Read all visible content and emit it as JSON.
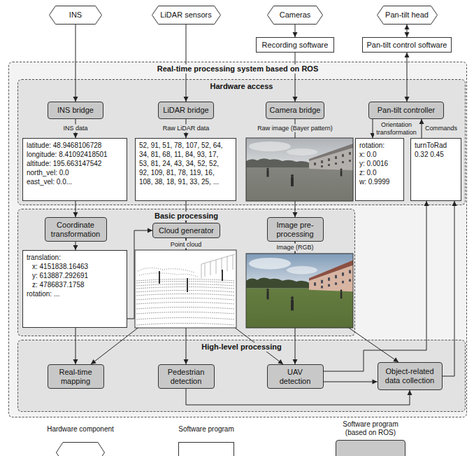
{
  "diagram": {
    "nodes": [
      {
        "text": [
          "INS"
        ]
      },
      {
        "text": [
          "LiDAR sensors"
        ]
      },
      {
        "text": [
          "Cameras"
        ]
      },
      {
        "text": [
          "Pan-tilt head"
        ]
      },
      {
        "text": [
          "Recording software"
        ]
      },
      {
        "text": [
          "Pan-tilt control software"
        ]
      },
      {
        "text": [
          "Real-time processing system based on ROS"
        ]
      },
      {
        "text": [
          "Hardware access"
        ],
        "in": 6
      },
      {
        "text": [
          "INS bridge"
        ],
        "in": 7
      },
      {
        "text": [
          "LiDAR bridge"
        ],
        "in": 7
      },
      {
        "text": [
          "Camera bridge"
        ],
        "in": 7
      },
      {
        "text": [
          "Pan-tilt controller"
        ],
        "in": 7
      },
      {
        "text": [
          "latitude: 48.9468106728",
          "longitude: 8.41092418501",
          "altitude: 195.663147542",
          "north_vel: 0.0",
          "east_vel: 0.0..."
        ],
        "in": 7
      },
      {
        "text": [
          "52, 91, 51, 78, 107, 52, 64,",
          "34, 81, 68, 11, 84, 93, 17,",
          "53, 81, 24, 43, 34, 52, 52,",
          "92, 109, 81, 78, 119, 16,",
          "108, 38, 18, 91, 33, 25, ..."
        ],
        "in": 7
      },
      {
        "text": [
          "rotation:",
          "x: 0.0",
          "y: 0.0016",
          "z: 0.0",
          "w: 0.9999"
        ],
        "in": 7
      },
      {
        "text": [
          "turnToRad",
          "0.32 0.45"
        ],
        "in": 7
      },
      {
        "text": [
          "Basic processing"
        ],
        "in": 6
      },
      {
        "text": [
          "Coordinate transformation"
        ],
        "in": 16
      },
      {
        "text": [
          "translation:",
          "x: 4151838.16463",
          "y: 613887.292691",
          "z: 4786837.1758",
          "rotation: ..."
        ],
        "in": 16
      },
      {
        "text": [
          "Cloud generator"
        ],
        "in": 16
      },
      {
        "text": [
          "Image pre-processing"
        ],
        "in": 16
      },
      {
        "text": [
          "High-level processing"
        ],
        "in": 6
      },
      {
        "text": [
          "Real-time mapping"
        ],
        "in": 21
      },
      {
        "text": [
          "Pedestrian detection"
        ],
        "in": 21
      },
      {
        "text": [
          "UAV detection"
        ],
        "in": 21
      },
      {
        "text": [
          "Object-related data collection"
        ],
        "in": 21
      }
    ],
    "edges": [
      {
        "from": 0,
        "to": 8,
        "arrow": "to"
      },
      {
        "from": 1,
        "to": 9,
        "arrow": "to"
      },
      {
        "from": 2,
        "to": 4,
        "arrow": "to"
      },
      {
        "from": 4,
        "to": 10,
        "arrow": "to"
      },
      {
        "from": 3,
        "to": 5,
        "arrow": "both"
      },
      {
        "from": 5,
        "to": 11,
        "arrow": "both"
      },
      {
        "from": 8,
        "to": 12,
        "label": "INS data",
        "arrow": "to"
      },
      {
        "from": 9,
        "to": 13,
        "label": "Raw LiDAR data",
        "arrow": "to"
      },
      {
        "from": 10,
        "to": 20,
        "label": "Raw image (Bayer pattern)",
        "arrow": "to"
      },
      {
        "from": 11,
        "to": 14,
        "label": "Orientation transformation",
        "arrow": "to"
      },
      {
        "from": 15,
        "to": 11,
        "label": "Commands",
        "arrow": "to"
      },
      {
        "from": 12,
        "to": 17,
        "arrow": "to"
      },
      {
        "from": 17,
        "to": 18,
        "arrow": "to"
      },
      {
        "from": 18,
        "to": 19,
        "arrow": "to"
      },
      {
        "from": 13,
        "to": 19,
        "arrow": "to"
      },
      {
        "from": 18,
        "to": 22,
        "arrow": "to"
      },
      {
        "from": 19,
        "to": 22,
        "arrow": "to"
      },
      {
        "from": 19,
        "to": 23,
        "label": "Point cloud",
        "arrow": "to"
      },
      {
        "from": 19,
        "to": 24,
        "arrow": "to"
      },
      {
        "from": 20,
        "to": 24,
        "label": "Image (RGB)",
        "arrow": "to"
      },
      {
        "from": 20,
        "to": 25,
        "arrow": "to"
      },
      {
        "from": 23,
        "to": 25,
        "arrow": "to"
      },
      {
        "from": 24,
        "to": 25,
        "arrow": "to"
      },
      {
        "from": 24,
        "to": 15,
        "arrow": "to"
      },
      {
        "from": 25,
        "to": 15,
        "arrow": "to"
      }
    ],
    "legend": [
      {
        "text": "Hardware component"
      },
      {
        "text": "Software program"
      },
      {
        "text": "Software program (based on ROS)",
        "color": "#c8c8c8"
      }
    ]
  }
}
